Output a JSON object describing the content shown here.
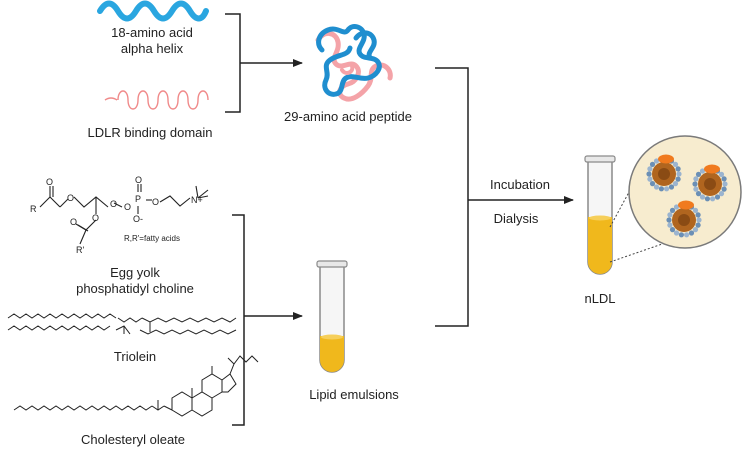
{
  "labels": {
    "alpha_helix_line1": "18-amino acid",
    "alpha_helix_line2": "alpha helix",
    "ldlr_binding": "LDLR binding domain",
    "peptide": "29-amino acid peptide",
    "phospholipid_substituents": "R,R'=fatty acids",
    "egg_yolk_line1": "Egg yolk",
    "egg_yolk_line2": "phosphatidyl choline",
    "triolein": "Triolein",
    "cholesteryl_oleate": "Cholesteryl oleate",
    "lipid_emulsions": "Lipid emulsions",
    "incubation": "Incubation",
    "dialysis": "Dialysis",
    "nldl": "nLDL"
  },
  "structure_atoms": {
    "r": "R",
    "r_prime": "R'",
    "p": "P",
    "n_plus": "N+",
    "o": "O",
    "o_minus": "O-"
  },
  "colors": {
    "helix_blue": "#2aa6e0",
    "ldlr_pink": "#f08a8a",
    "peptide_blue": "#1f8ecf",
    "peptide_pink": "#f4a3a8",
    "lipid_yellow": "#f0b81c",
    "tube_outline": "#8a8a8a",
    "zoom_bg": "#f7eccf",
    "particle_core": "#b0651f",
    "particle_protein": "#f07a1e",
    "particle_shell": "#6b8fb5",
    "line": "#222222"
  }
}
